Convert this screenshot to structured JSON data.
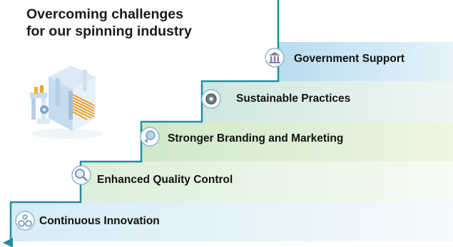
{
  "title": {
    "line1": "Overcoming challenges",
    "line2": "for our spinning industry"
  },
  "steps": [
    {
      "label": "Continuous Innovation",
      "icon": "gears-bulb-icon"
    },
    {
      "label": "Enhanced Quality Control",
      "icon": "magnifier-gear-icon"
    },
    {
      "label": "Stronger Branding and Marketing",
      "icon": "megaphone-globe-icon"
    },
    {
      "label": "Sustainable Practices",
      "icon": "recycle-gear-icon"
    },
    {
      "label": "Government Support",
      "icon": "government-building-icon"
    }
  ],
  "colors": {
    "line": "#1f8fa0",
    "step_gradients": [
      [
        "#d6ecf6",
        "#f4fafd"
      ],
      [
        "#dcefd9",
        "#f6fbf4"
      ],
      [
        "#cfe8c9",
        "#eef6e3"
      ],
      [
        "#cfe6e1",
        "#eef7f2"
      ],
      [
        "#b8dcef",
        "#e6f3fa"
      ]
    ]
  }
}
